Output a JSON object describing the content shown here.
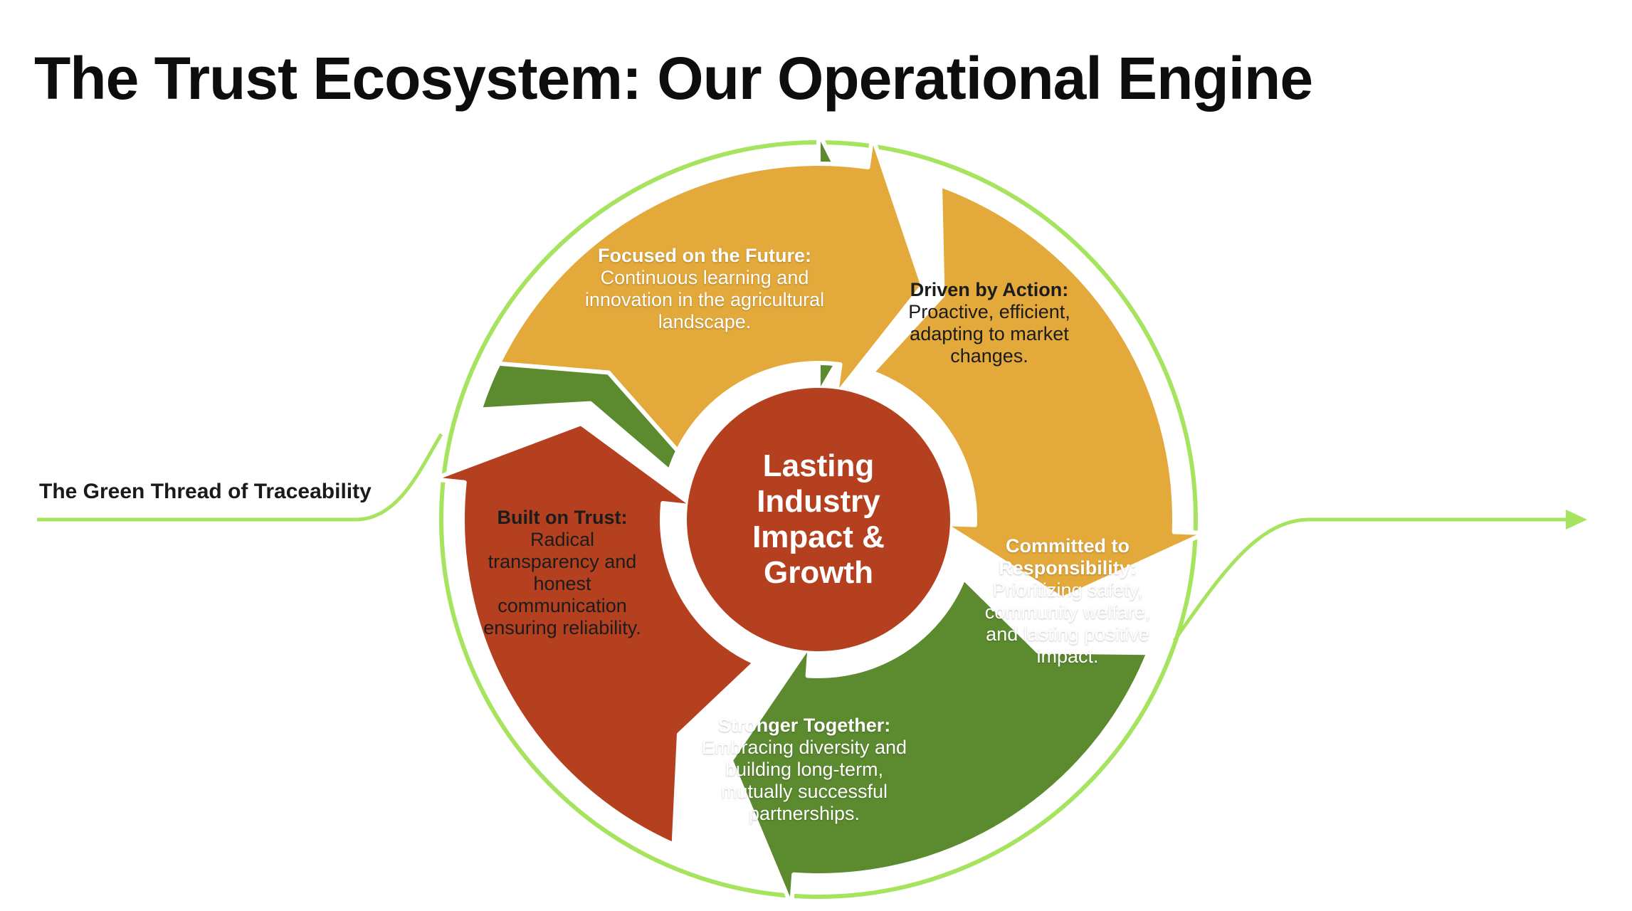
{
  "title": "The Trust Ecosystem: Our Operational Engine",
  "thread_label": "The Green Thread of Traceability",
  "center": {
    "line1": "Lasting",
    "line2": "Industry",
    "line3": "Impact &",
    "line4": "Growth"
  },
  "segments": {
    "future": {
      "head": "Focused on the Future:",
      "body": "Continuous learning and innovation in the agricultural landscape."
    },
    "action": {
      "head": "Driven by Action:",
      "body": "Proactive, efficient, adapting to market changes."
    },
    "responsibility": {
      "head": "Committed to Responsibility:",
      "body": "Prioritizing safety, community welfare, and lasting positive impact."
    },
    "together": {
      "head": "Stronger Together:",
      "body": "Embracing diversity and building long-term, mutually successful partnerships."
    },
    "trust": {
      "head": "Built on Trust:",
      "body": "Radical transparency and honest communication ensuring reliability."
    }
  },
  "colors": {
    "green": "#5b8a2f",
    "gold": "#e3a93a",
    "red": "#b5401f",
    "thread": "#a6e35e"
  }
}
